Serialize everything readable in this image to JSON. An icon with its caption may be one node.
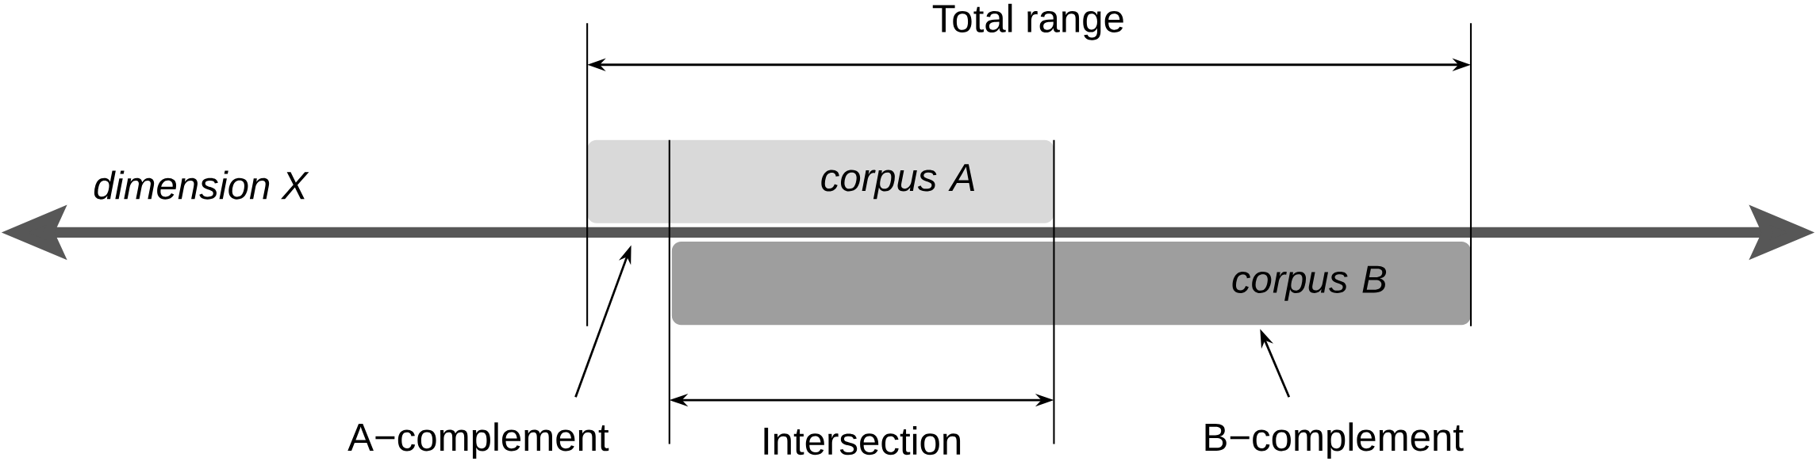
{
  "diagram": {
    "nodes": [
      {
        "text": [
          "corpus A"
        ]
      },
      {
        "text": [
          "corpus B"
        ]
      },
      {
        "text": [
          "A−complement"
        ]
      },
      {
        "text": [
          "B−complement"
        ]
      }
    ],
    "edges": [
      {
        "from": 2,
        "to": null,
        "arrow": "to"
      },
      {
        "from": 3,
        "to": 1,
        "arrow": "to"
      }
    ],
    "labels": [
      "Total range",
      "dimension X",
      "Intersection"
    ]
  }
}
